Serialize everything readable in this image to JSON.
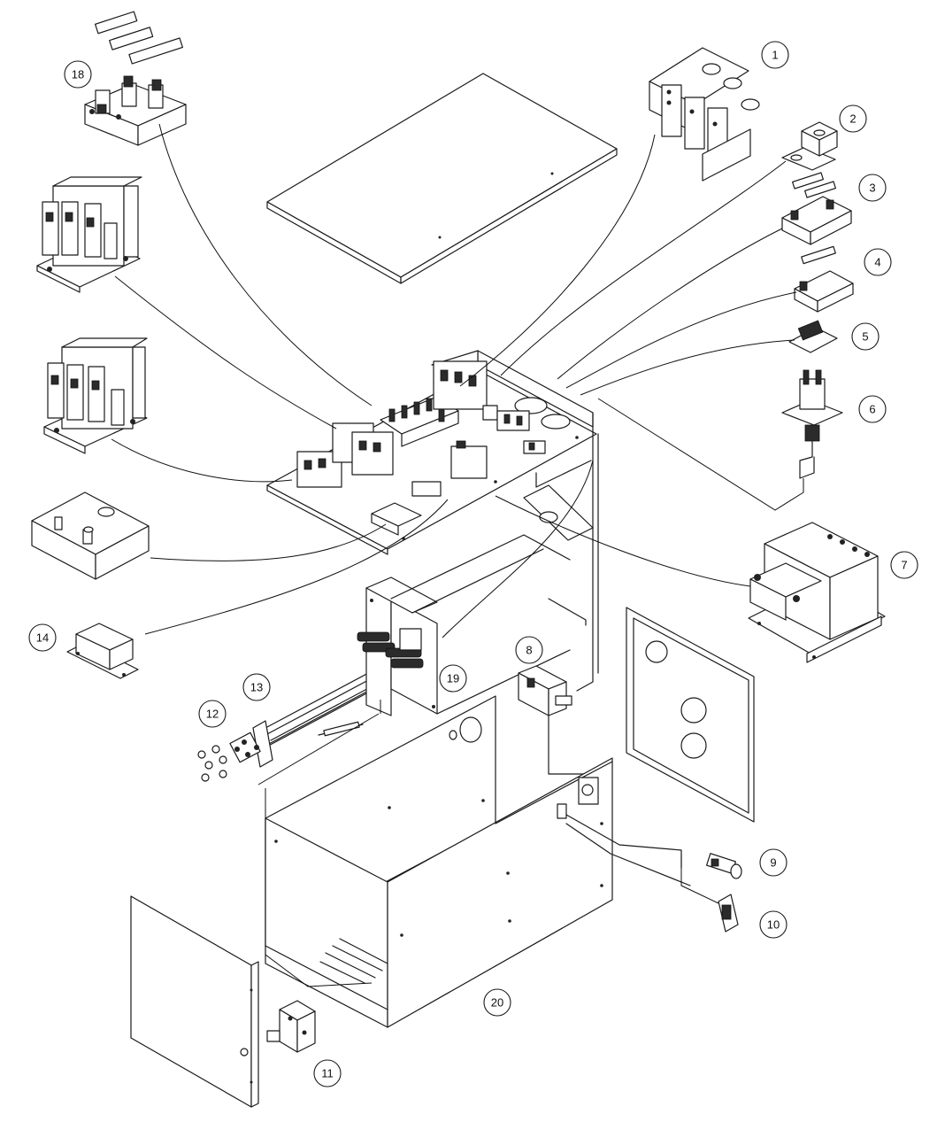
{
  "callouts": [
    {
      "id": "1",
      "label": "1"
    },
    {
      "id": "2",
      "label": "2"
    },
    {
      "id": "3",
      "label": "3"
    },
    {
      "id": "4",
      "label": "4"
    },
    {
      "id": "5",
      "label": "5"
    },
    {
      "id": "6",
      "label": "6"
    },
    {
      "id": "7",
      "label": "7"
    },
    {
      "id": "8",
      "label": "8"
    },
    {
      "id": "9",
      "label": "9"
    },
    {
      "id": "10",
      "label": "10"
    },
    {
      "id": "11",
      "label": "11"
    },
    {
      "id": "12",
      "label": "12"
    },
    {
      "id": "13",
      "label": "13"
    },
    {
      "id": "14",
      "label": "14"
    },
    {
      "id": "18",
      "label": "18"
    },
    {
      "id": "19",
      "label": "19"
    },
    {
      "id": "20",
      "label": "20"
    }
  ]
}
